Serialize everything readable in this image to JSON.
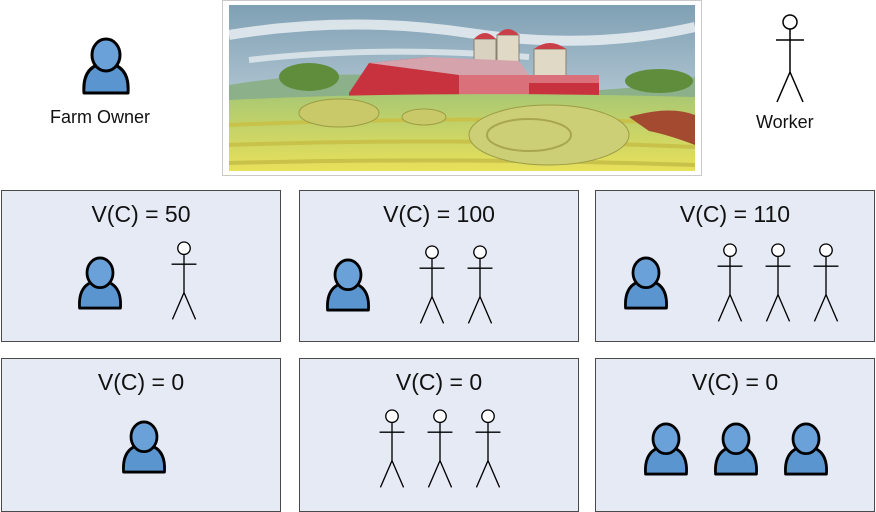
{
  "legend": {
    "owner_label": "Farm Owner",
    "worker_label": "Worker"
  },
  "panels": [
    {
      "title": "V(C) = 50",
      "owners": 1,
      "workers": 1
    },
    {
      "title": "V(C) = 100",
      "owners": 1,
      "workers": 2
    },
    {
      "title": "V(C) = 110",
      "owners": 1,
      "workers": 3
    },
    {
      "title": "V(C) = 0",
      "owners": 1,
      "workers": 0
    },
    {
      "title": "V(C) = 0",
      "owners": 0,
      "workers": 3
    },
    {
      "title": "V(C) = 0",
      "owners": 3,
      "workers": 0
    }
  ],
  "colors": {
    "owner_fill": "#5b95cf",
    "owner_stroke": "#000000",
    "panel_bg": "#e5eaf5",
    "panel_border": "#4a4a4a"
  }
}
